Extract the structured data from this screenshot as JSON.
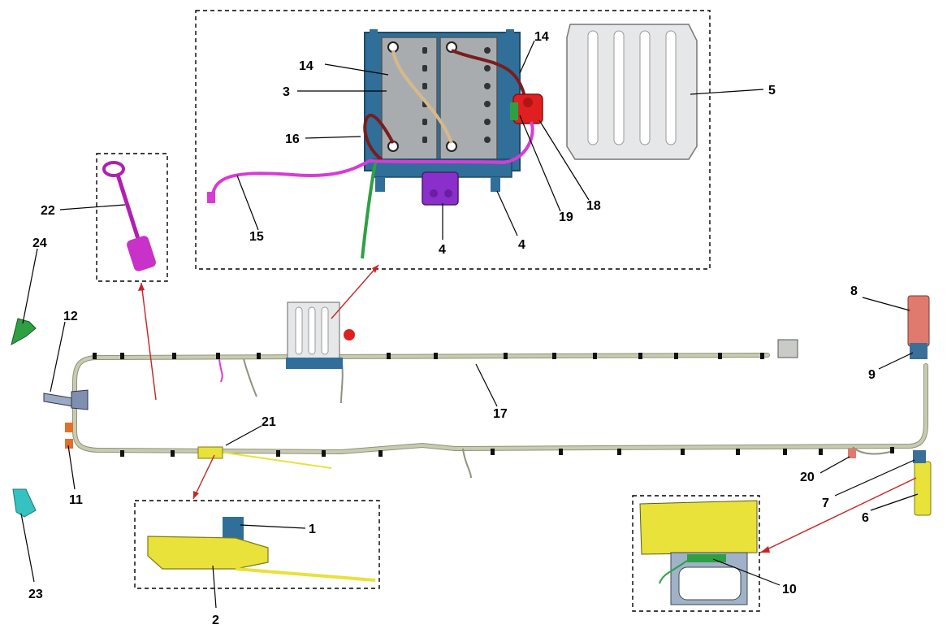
{
  "diagram": {
    "callouts": [
      {
        "id": "c1",
        "text": "1"
      },
      {
        "id": "c2",
        "text": "2"
      },
      {
        "id": "c3",
        "text": "3"
      },
      {
        "id": "c4a",
        "text": "4"
      },
      {
        "id": "c4b",
        "text": "4"
      },
      {
        "id": "c5",
        "text": "5"
      },
      {
        "id": "c6",
        "text": "6"
      },
      {
        "id": "c7",
        "text": "7"
      },
      {
        "id": "c8",
        "text": "8"
      },
      {
        "id": "c9",
        "text": "9"
      },
      {
        "id": "c10",
        "text": "10"
      },
      {
        "id": "c11",
        "text": "11"
      },
      {
        "id": "c12",
        "text": "12"
      },
      {
        "id": "c14a",
        "text": "14"
      },
      {
        "id": "c14b",
        "text": "14"
      },
      {
        "id": "c15",
        "text": "15"
      },
      {
        "id": "c16",
        "text": "16"
      },
      {
        "id": "c17",
        "text": "17"
      },
      {
        "id": "c18",
        "text": "18"
      },
      {
        "id": "c19",
        "text": "19"
      },
      {
        "id": "c20",
        "text": "20"
      },
      {
        "id": "c21",
        "text": "21"
      },
      {
        "id": "c22",
        "text": "22"
      },
      {
        "id": "c23",
        "text": "23"
      },
      {
        "id": "c24",
        "text": "24"
      }
    ],
    "colors": {
      "harness": "#c8cbb0",
      "battery_frame": "#2f6f9a",
      "battery_body": "#a9acaf",
      "cover": "#e6e7e8",
      "red_part": "#e02020",
      "magenta_cable": "#d83ad8",
      "purple_part": "#8a2fc9",
      "green_part": "#2ea043",
      "yellow_part": "#e8e23a",
      "pink_box": "#e07a6e",
      "teal_part": "#36c2c0",
      "arrow": "#cc2222"
    }
  }
}
